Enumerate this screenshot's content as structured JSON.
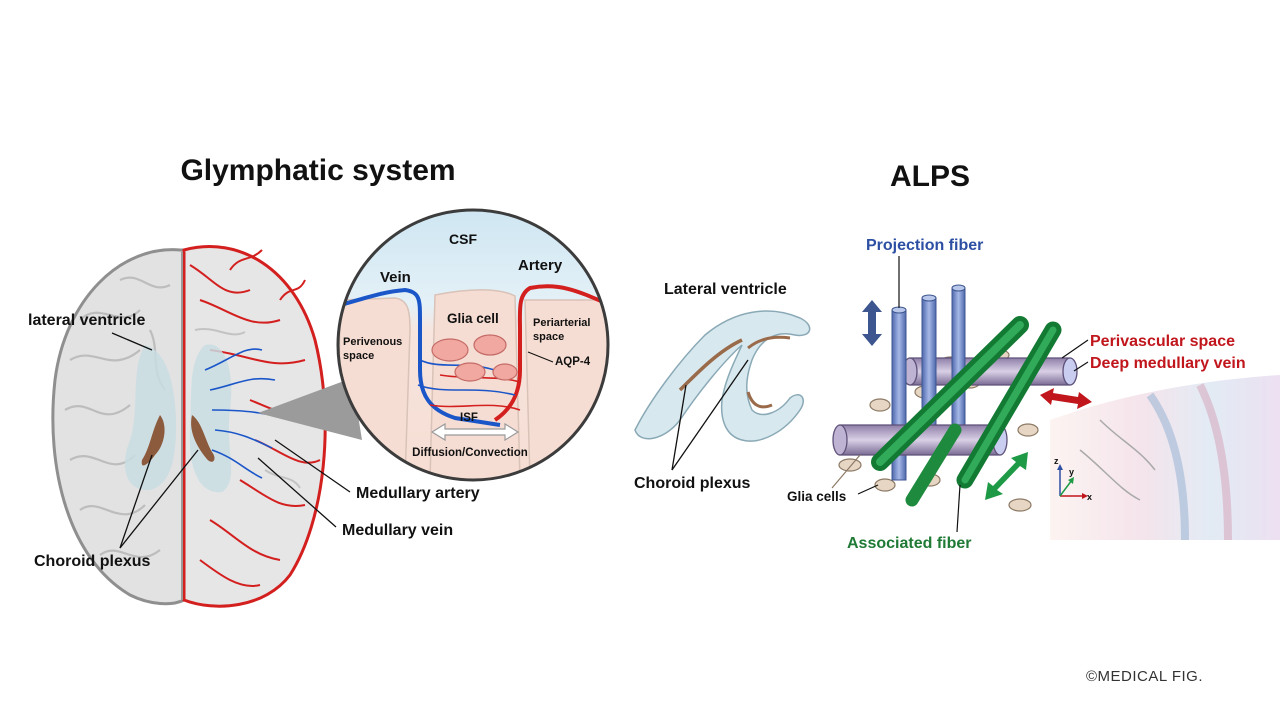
{
  "left_panel": {
    "title": "Glymphatic system",
    "labels": {
      "lateral_ventricle": "lateral ventricle",
      "choroid_plexus": "Choroid plexus",
      "medullary_artery": "Medullary artery",
      "medullary_vein": "Medullary vein"
    },
    "inset": {
      "csf": "CSF",
      "vein": "Vein",
      "artery": "Artery",
      "glia_cell": "Glia cell",
      "perivenous_line1": "Perivenous",
      "perivenous_line2": "space",
      "periarterial_line1": "Periarterial",
      "periarterial_line2": "space",
      "aqp4": "AQP-4",
      "isf": "ISF",
      "diffusion": "Diffusion/Convection"
    }
  },
  "right_panel": {
    "title": "ALPS",
    "labels": {
      "lateral_ventricle": "Lateral ventricle",
      "choroid_plexus": "Choroid plexus",
      "projection_fiber": "Projection fiber",
      "perivascular_space": "Perivascular space",
      "deep_medullary_vein": "Deep medullary vein",
      "glia_cells": "Glia cells",
      "associated_fiber": "Associated fiber"
    },
    "axes": {
      "z": "z",
      "y": "y",
      "x": "x"
    }
  },
  "copyright": "©MEDICAL FIG.",
  "colors": {
    "vein_blue": "#1b56c9",
    "artery_red": "#d41f1f",
    "projection_blue": "#6f89c8",
    "associated_green": "#1e9a46",
    "ventricle": "#cfe3ea",
    "choroid": "#8c5a3c",
    "brain_gray": "#e2e2e2"
  }
}
